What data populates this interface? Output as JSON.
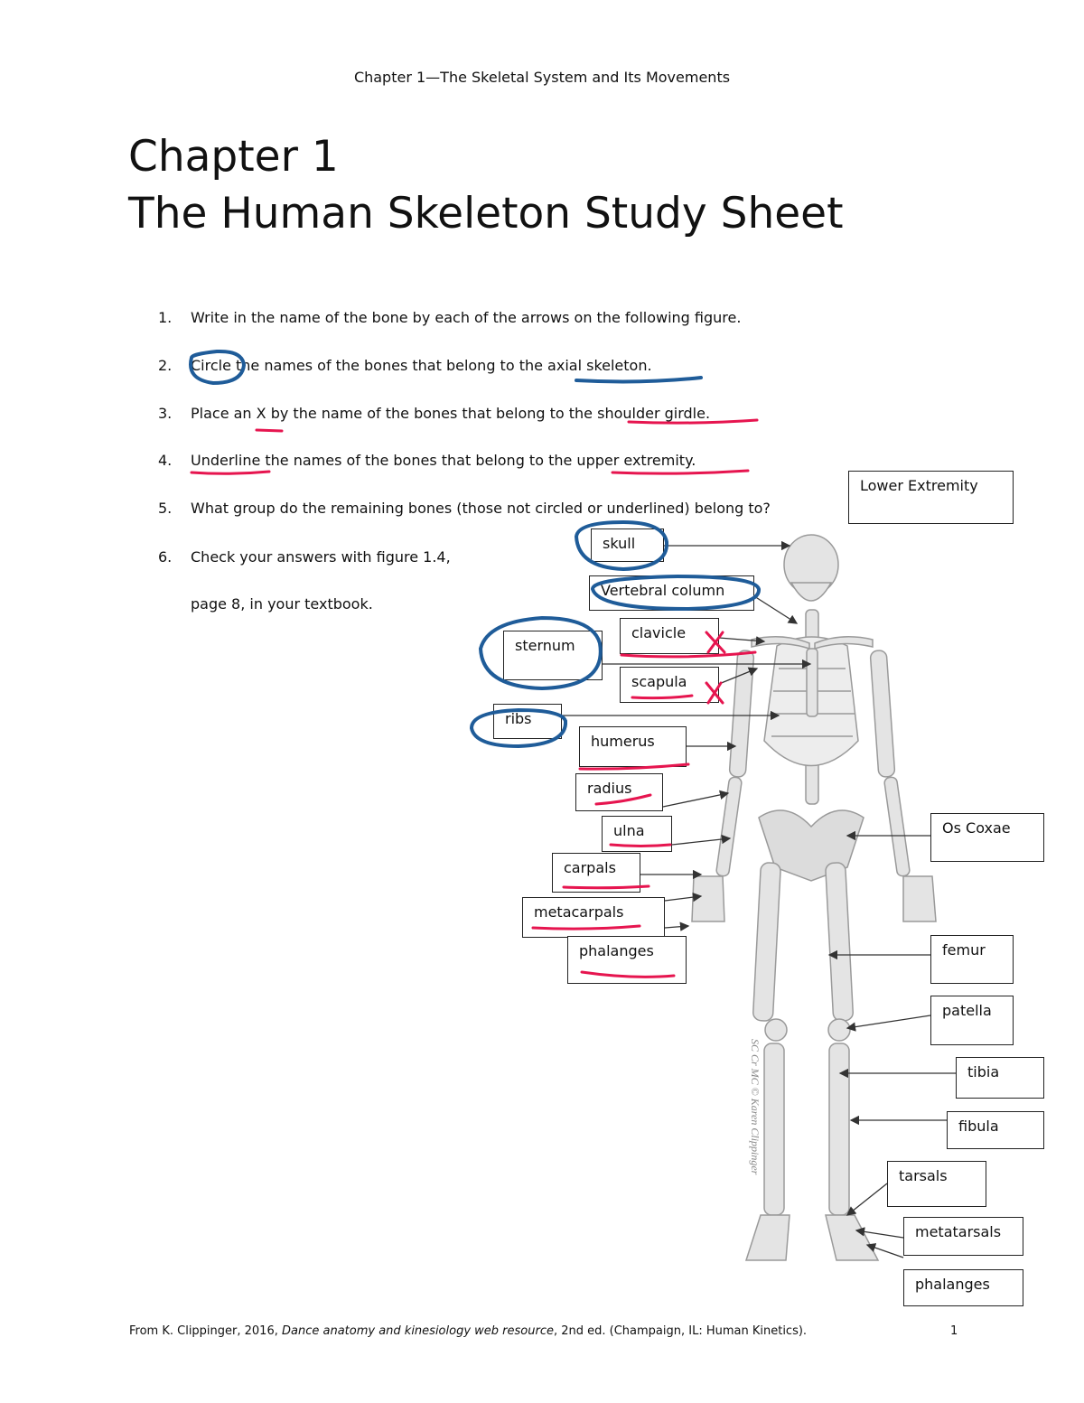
{
  "header": {
    "running_title": "Chapter 1—The Skeletal System and Its Movements"
  },
  "title": {
    "line1": "Chapter 1",
    "line2": "The Human Skeleton Study Sheet"
  },
  "instructions": [
    {
      "num": "1.",
      "text": "Write in the name of the bone by each of the arrows on the following figure."
    },
    {
      "num": "2.",
      "text": "Circle the names of the bones that belong to the axial skeleton."
    },
    {
      "num": "3.",
      "text": "Place an X by the name of the bones that belong to the shoulder girdle."
    },
    {
      "num": "4.",
      "text": "Underline the names of the bones that belong to the upper extremity."
    },
    {
      "num": "5.",
      "text": "What group do the remaining bones (those not circled or underlined) belong to?"
    },
    {
      "num": "6.",
      "text": "Check your answers with figure 1.4,"
    },
    {
      "num": "",
      "text": "page 8, in your textbook."
    }
  ],
  "labels": {
    "lower_extremity": "Lower Extremity",
    "skull": "skull",
    "vertebral_column": "Vertebral column",
    "clavicle": "clavicle",
    "sternum": "sternum",
    "scapula": "scapula",
    "ribs": "ribs",
    "humerus": "humerus",
    "radius": "radius",
    "ulna": "ulna",
    "carpals": "carpals",
    "metacarpals": "metacarpals",
    "phalanges_hand": "phalanges",
    "os_coxae": "Os Coxae",
    "femur": "femur",
    "patella": "patella",
    "tibia": "tibia",
    "fibula": "fibula",
    "tarsals": "tarsals",
    "metatarsals": "metatarsals",
    "phalanges_foot": "phalanges"
  },
  "annotations": {
    "x_mark": "X"
  },
  "copyright_mark": "SC Cr MC © Karen Clippinger",
  "footer": {
    "prefix": "From K. Clippinger, 2016, ",
    "italic": "Dance anatomy and kinesiology web resource",
    "suffix": ", 2nd ed. (Champaign, IL: Human Kinetics).",
    "page_number": "1"
  },
  "colors": {
    "circle_blue": "#1f5c99",
    "underline_red": "#e6154f",
    "bone": "#e4e4e4",
    "bone_edge": "#9a9a9a"
  }
}
